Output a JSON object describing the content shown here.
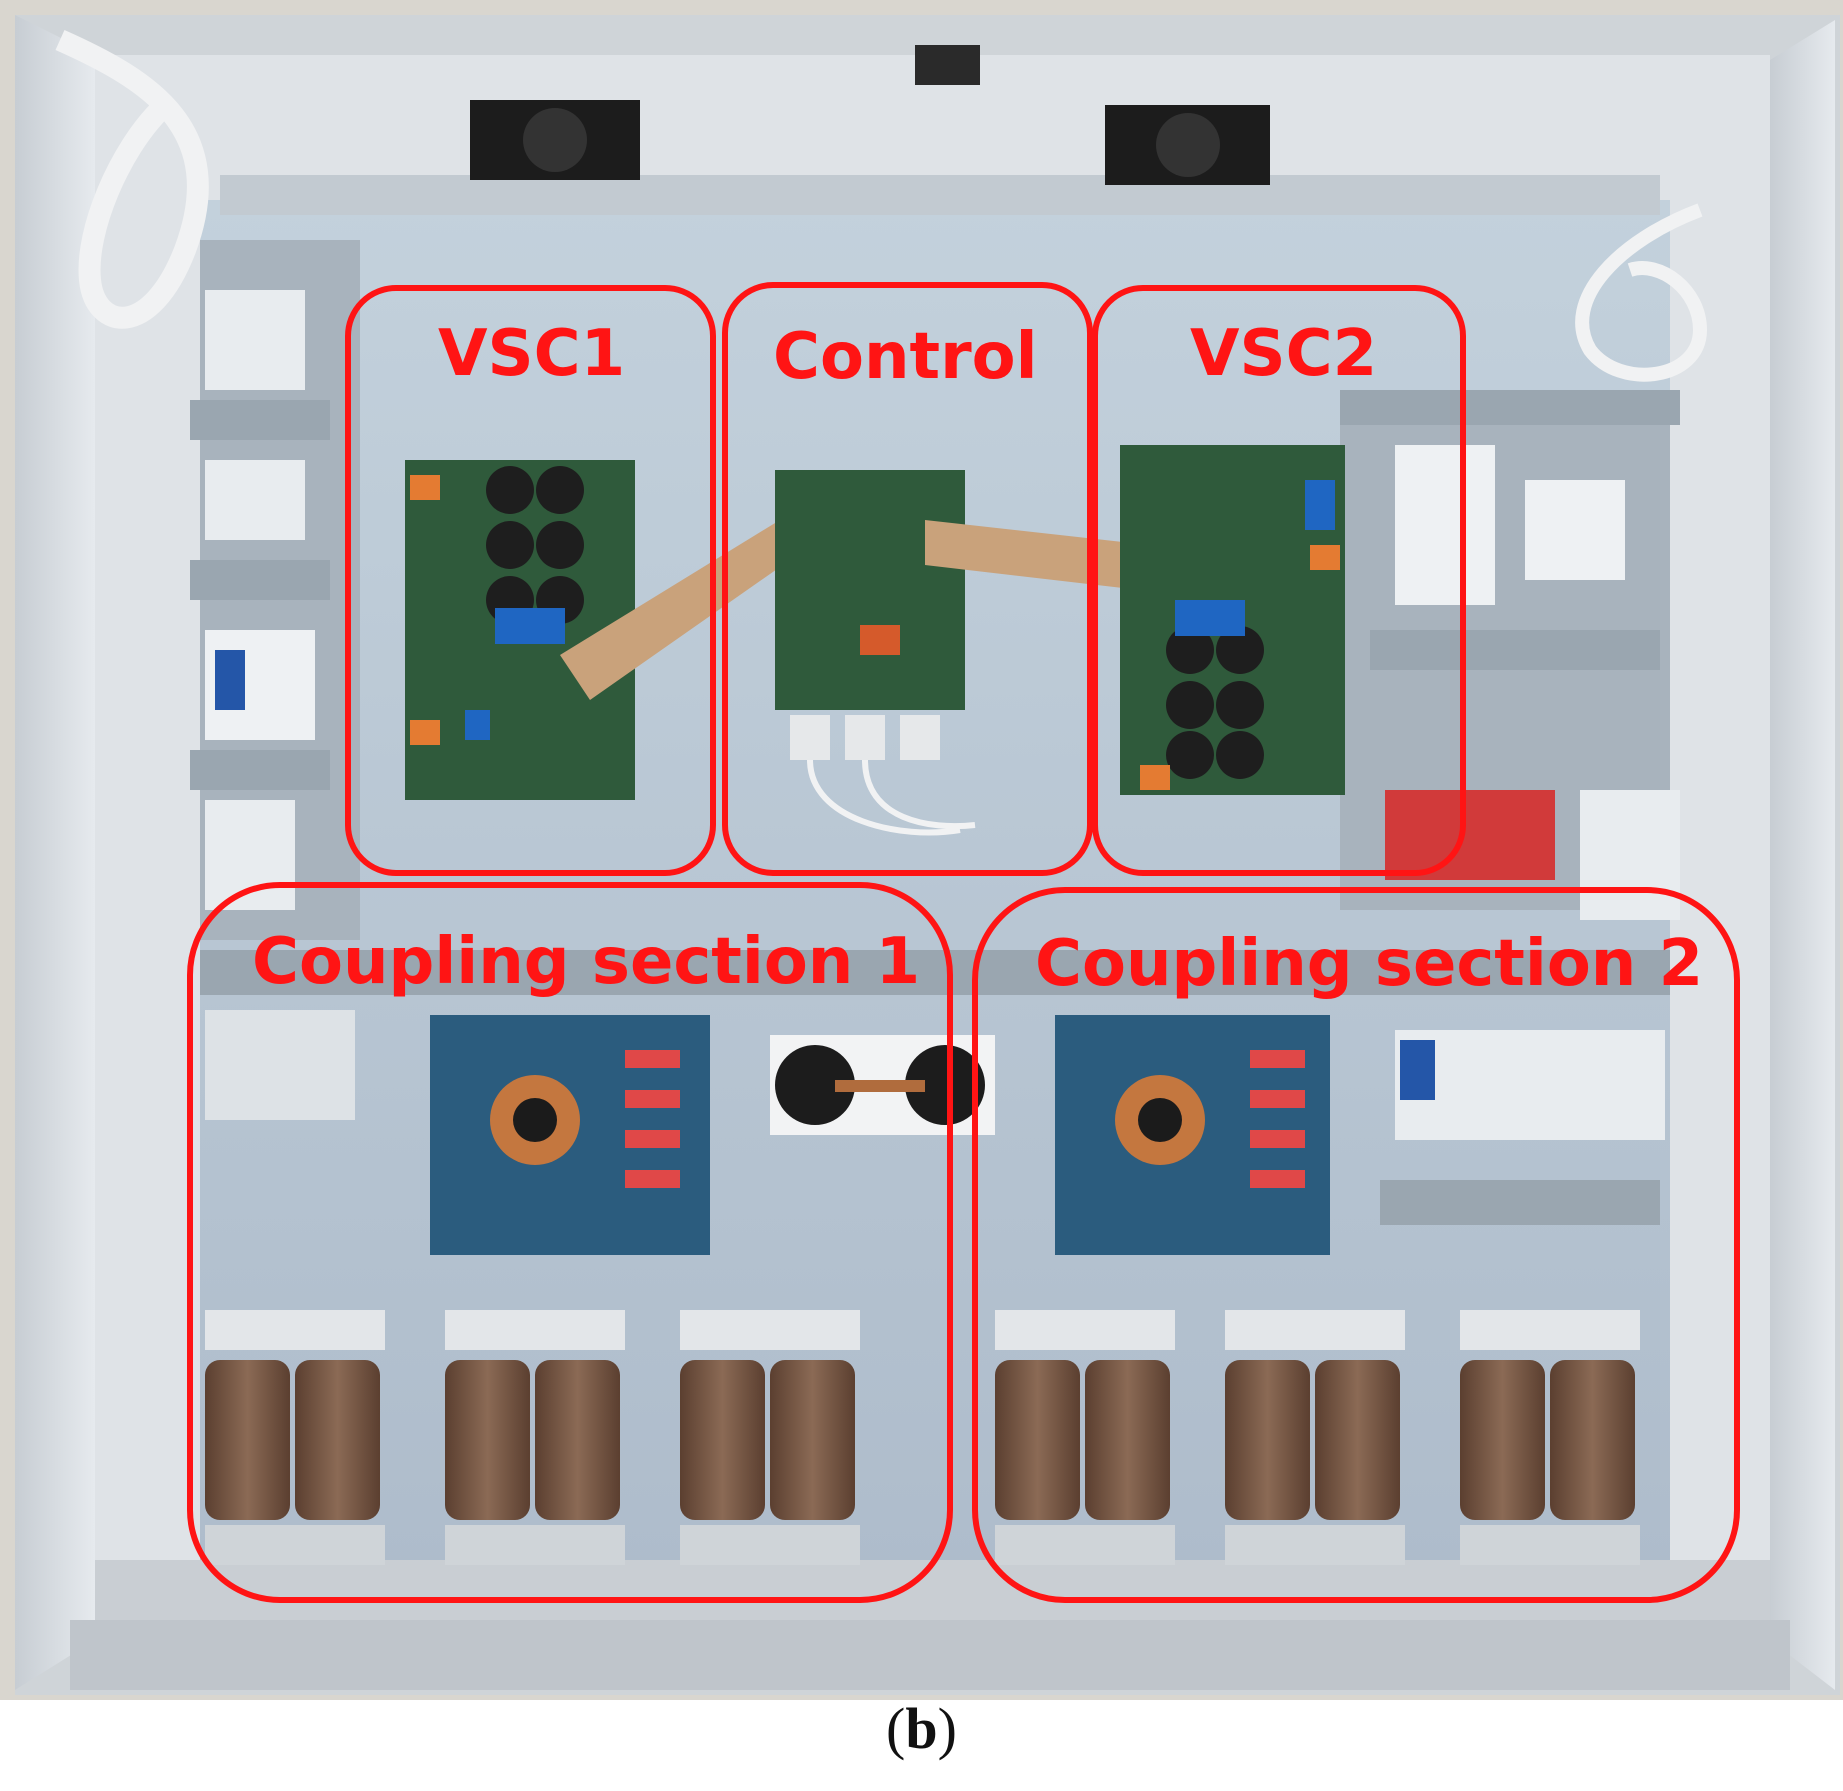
{
  "figure": {
    "caption_open": "(",
    "caption_letter": "b",
    "caption_close": ")"
  },
  "regions": [
    {
      "label": "VSC1"
    },
    {
      "label": "Control"
    },
    {
      "label": "VSC2"
    },
    {
      "label": "Coupling section 1"
    },
    {
      "label": "Coupling section 2"
    }
  ],
  "colors": {
    "highlight": "#ff1414",
    "cabinet": "#d5dadf",
    "backplate": "#b9c7d3",
    "pcb_green": "#2f5a3b",
    "pcb_blue": "#2b5c7e",
    "transformer_coil": "#7a5a45"
  }
}
